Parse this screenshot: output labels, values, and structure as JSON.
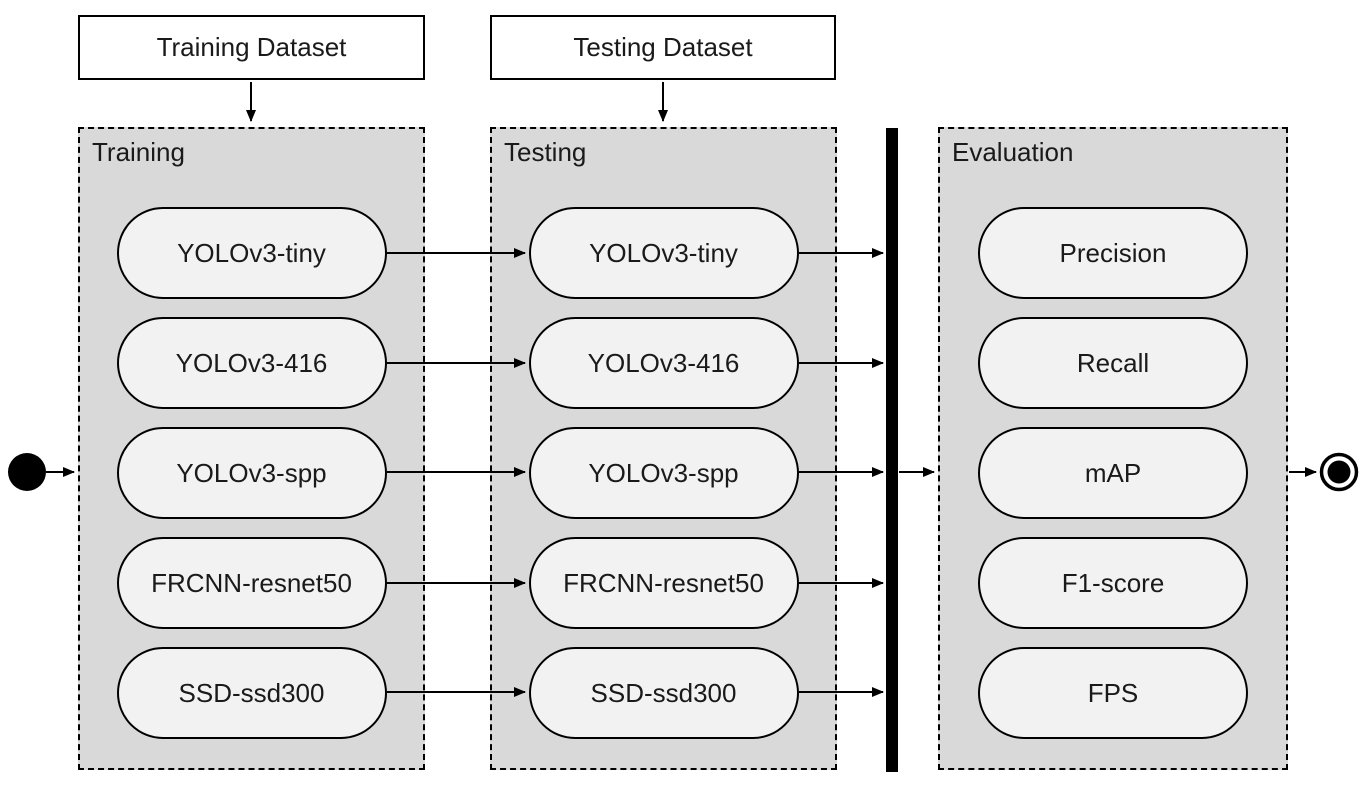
{
  "diagram": {
    "top_boxes": [
      {
        "label": "Training Dataset"
      },
      {
        "label": "Testing Dataset"
      }
    ],
    "columns": [
      {
        "label": "Training",
        "items": [
          "YOLOv3-tiny",
          "YOLOv3-416",
          "YOLOv3-spp",
          "FRCNN-resnet50",
          "SSD-ssd300"
        ]
      },
      {
        "label": "Testing",
        "items": [
          "YOLOv3-tiny",
          "YOLOv3-416",
          "YOLOv3-spp",
          "FRCNN-resnet50",
          "SSD-ssd300"
        ]
      },
      {
        "label": "Evaluation",
        "items": [
          "Precision",
          "Recall",
          "mAP",
          "F1-score",
          "FPS"
        ]
      }
    ],
    "symbols": {
      "start": "initial-node",
      "end": "final-node",
      "bar": "synchronization-bar"
    }
  },
  "colors": {
    "container_fill": "#d9d9d9",
    "node_fill": "#f2f2f2",
    "border": "#000000",
    "background": "#ffffff"
  }
}
